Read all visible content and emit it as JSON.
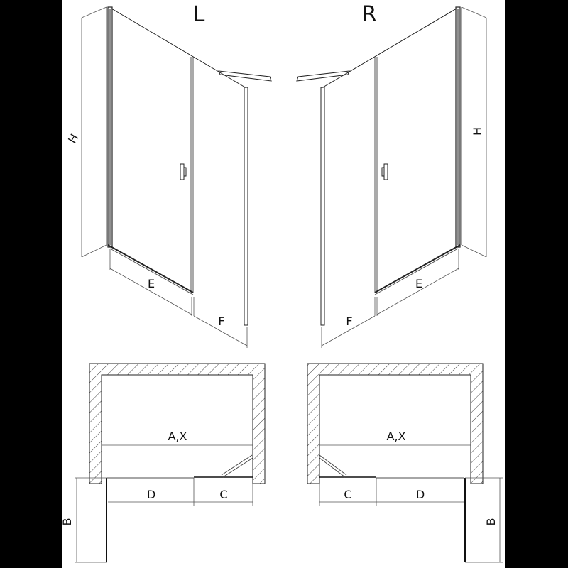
{
  "variants": [
    {
      "id": "L",
      "label": "L"
    },
    {
      "id": "R",
      "label": "R"
    }
  ],
  "elevation": {
    "left": {
      "height_label": "H",
      "door_width_label": "E",
      "fixed_width_label": "F"
    },
    "right": {
      "height_label": "H",
      "door_width_label": "E",
      "fixed_width_label": "F"
    }
  },
  "plan": {
    "left": {
      "overall_label": "A,X",
      "door_label": "D",
      "fixed_label": "C",
      "depth_label": "B"
    },
    "right": {
      "overall_label": "A,X",
      "door_label": "D",
      "fixed_label": "C",
      "depth_label": "B"
    }
  },
  "colors": {
    "line": "#222222",
    "dim_line": "#555555",
    "hatch": "#444444",
    "frame": "#000000",
    "paper": "#ffffff"
  }
}
